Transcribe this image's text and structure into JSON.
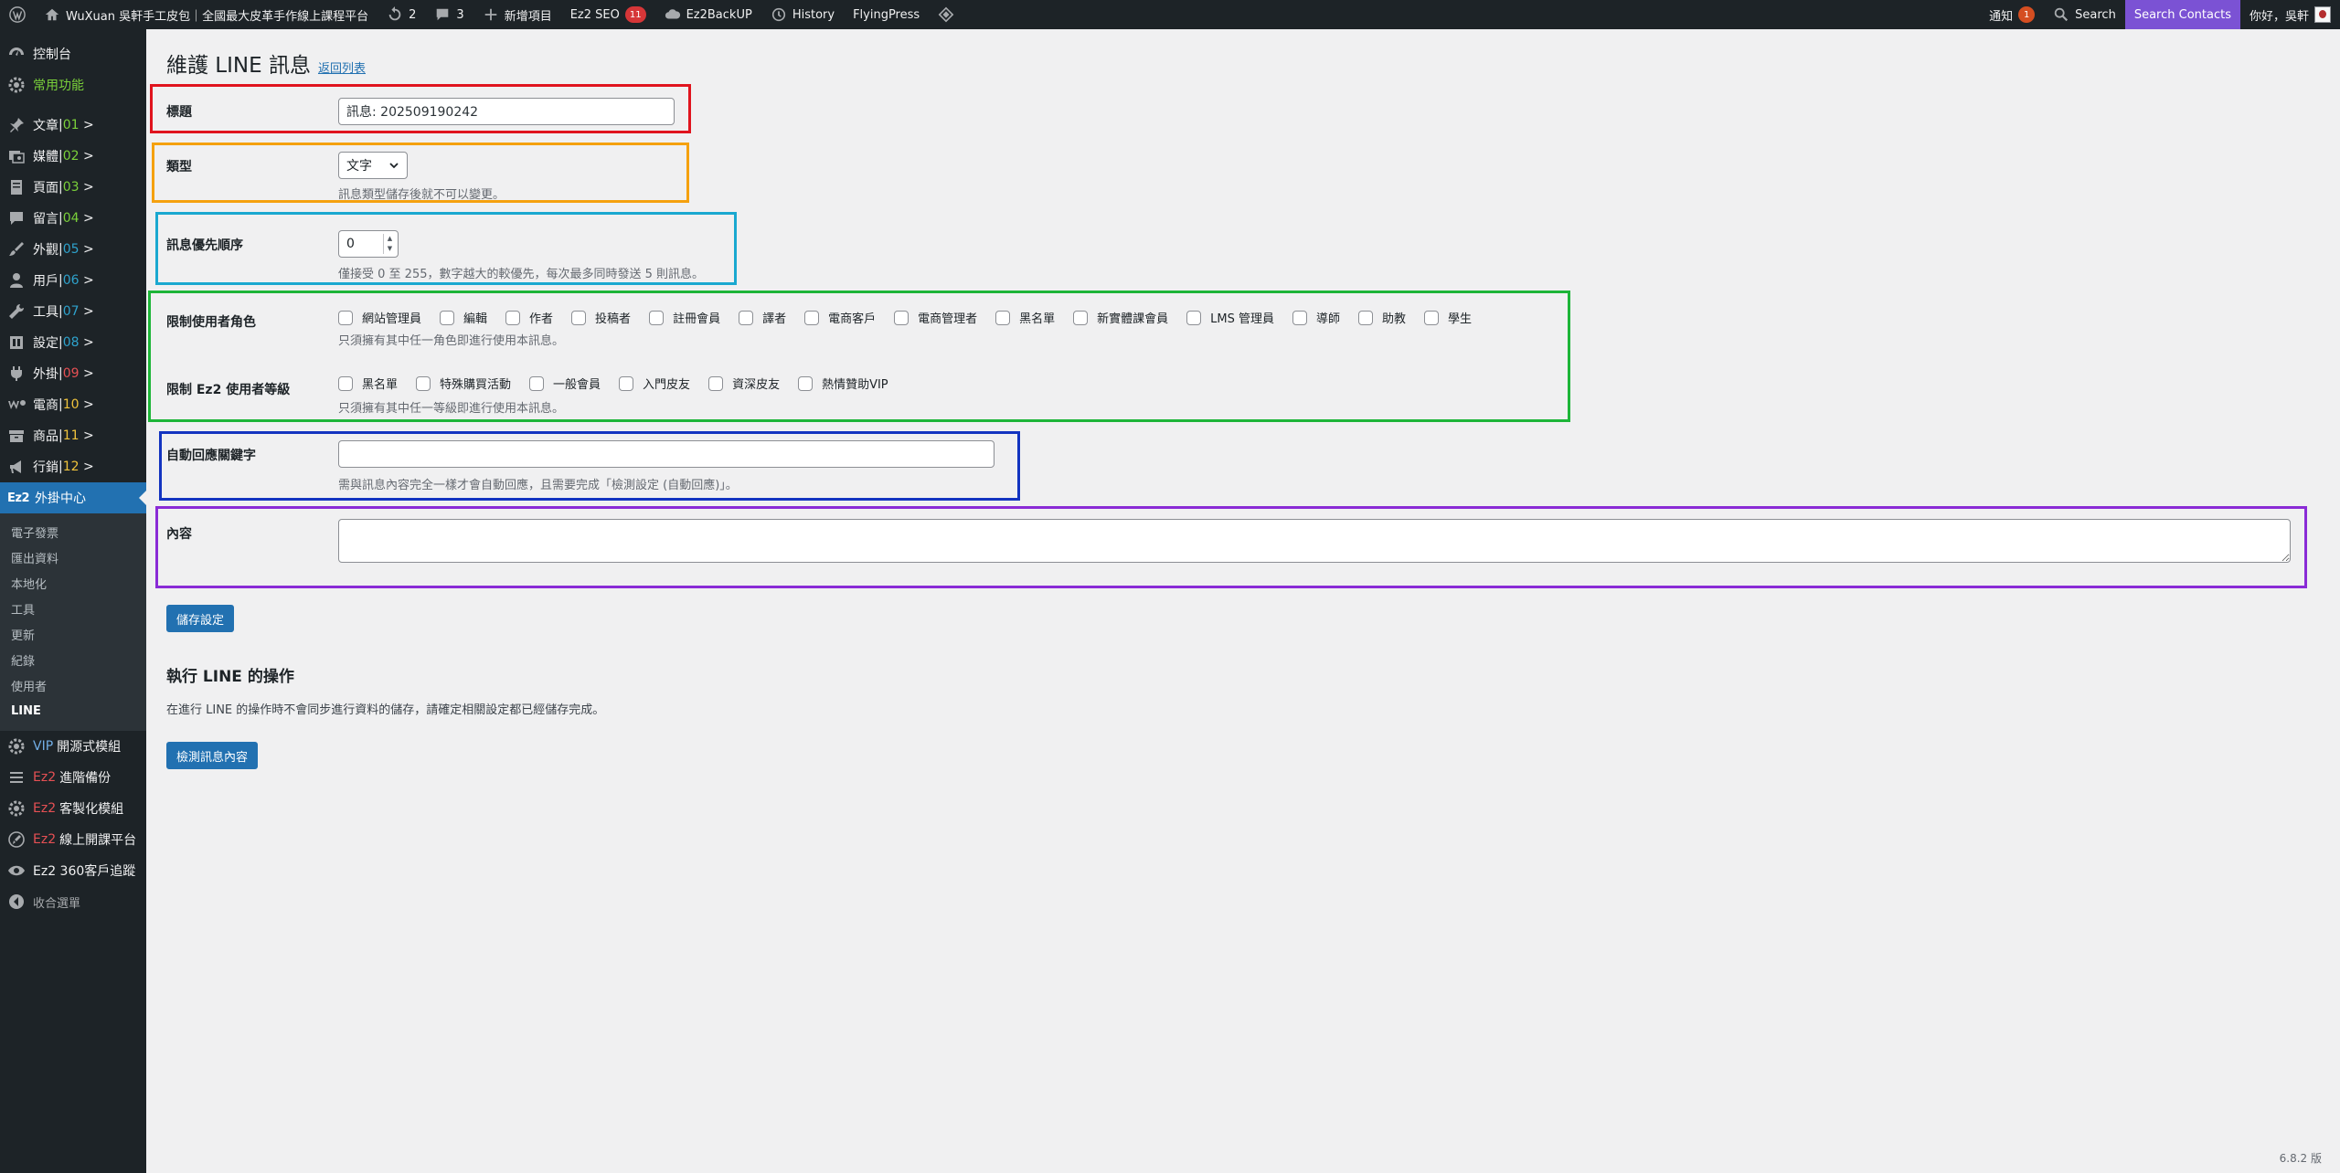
{
  "adminbar": {
    "site_name": "WuXuan 吳軒手工皮包｜全國最大皮革手作線上課程平台",
    "updates_count": "2",
    "comments_count": "3",
    "new_item": "新增項目",
    "seo_label": "Ez2 SEO",
    "seo_badge": "11",
    "backup_label": "Ez2BackUP",
    "history_label": "History",
    "flyingpress_label": "FlyingPress",
    "notify_label": "通知",
    "notify_badge": "1",
    "search_label": "Search",
    "search_contacts_label": "Search Contacts",
    "greeting": "你好，吳軒"
  },
  "sidebar": {
    "items": [
      {
        "label": "控制台"
      },
      {
        "label": "常用功能"
      },
      {
        "label": "文章",
        "num": "01"
      },
      {
        "label": "媒體",
        "num": "02"
      },
      {
        "label": "頁面",
        "num": "03"
      },
      {
        "label": "留言",
        "num": "04"
      },
      {
        "label": "外觀",
        "num": "05"
      },
      {
        "label": "用戶",
        "num": "06"
      },
      {
        "label": "工具",
        "num": "07"
      },
      {
        "label": "設定",
        "num": "08"
      },
      {
        "label": "外掛",
        "num": "09"
      },
      {
        "label": "電商",
        "num": "10"
      },
      {
        "label": "商品",
        "num": "11"
      },
      {
        "label": "行銷",
        "num": "12"
      }
    ],
    "num_suffix": ">",
    "num_sep": " | ",
    "current": {
      "logo": "Ez2",
      "label": "外掛中心"
    },
    "submenu": [
      "電子發票",
      "匯出資料",
      "本地化",
      "工具",
      "更新",
      "紀錄",
      "使用者",
      "LINE"
    ],
    "bottom": [
      {
        "tag": "VIP",
        "label": "開源式模組"
      },
      {
        "tag": "Ez2",
        "label": "進階備份"
      },
      {
        "tag": "Ez2",
        "label": "客製化模組"
      },
      {
        "tag": "Ez2",
        "label": "線上開課平台"
      },
      {
        "tag": "",
        "label": "Ez2 360客戶追蹤"
      }
    ],
    "collapse": "收合選單"
  },
  "page": {
    "title": "維護 LINE 訊息",
    "back_link": "返回列表"
  },
  "form": {
    "title_label": "標題",
    "title_value": "訊息: 202509190242",
    "type_label": "類型",
    "type_value": "文字",
    "type_desc": "訊息類型儲存後就不可以變更。",
    "priority_label": "訊息優先順序",
    "priority_value": "0",
    "priority_desc": "僅接受 0 至 255，數字越大的較優先，每次最多同時發送 5 則訊息。",
    "roles_label": "限制使用者角色",
    "roles": [
      "網站管理員",
      "編輯",
      "作者",
      "投稿者",
      "註冊會員",
      "譯者",
      "電商客戶",
      "電商管理者",
      "黑名單",
      "新實體課會員",
      "LMS 管理員",
      "導師",
      "助教",
      "學生"
    ],
    "roles_desc": "只須擁有其中任一角色即進行使用本訊息。",
    "levels_label": "限制 Ez2 使用者等級",
    "levels": [
      "黑名單",
      "特殊購買活動",
      "一般會員",
      "入門皮友",
      "資深皮友",
      "熱情贊助VIP"
    ],
    "levels_desc": "只須擁有其中任一等級即進行使用本訊息。",
    "keyword_label": "自動回應關鍵字",
    "keyword_value": "",
    "keyword_desc": "需與訊息內容完全一樣才會自動回應，且需要完成「檢測設定 (自動回應)」。",
    "content_label": "內容",
    "save_button": "儲存設定"
  },
  "actions": {
    "heading": "執行 LINE 的操作",
    "desc": "在進行 LINE 的操作時不會同步進行資料的儲存，請確定相關設定都已經儲存完成。",
    "test_button": "檢測訊息內容"
  },
  "footer": {
    "version": "6.8.2 版"
  },
  "colors": {
    "box_title": "#e0141e",
    "box_type": "#f5a10f",
    "box_priority": "#1aa8d0",
    "box_roles": "#1db538",
    "box_keyword": "#1334c0",
    "box_content": "#8a2bd6"
  }
}
